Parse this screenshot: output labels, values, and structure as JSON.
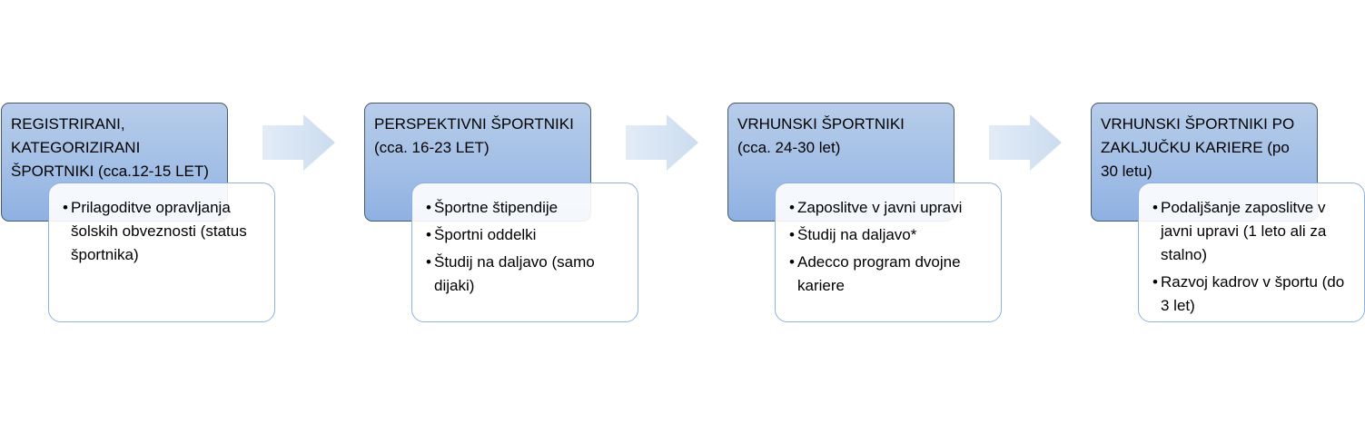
{
  "phases": [
    {
      "header": [
        "REGISTRIRANI,",
        "KATEGORIZIRANI",
        "ŠPORTNIKI (cca.12-15 LET)"
      ],
      "items": [
        "Prilagoditve opravljanja šolskih obveznosti (status športnika)"
      ]
    },
    {
      "header": [
        "PERSPEKTIVNI ŠPORTNIKI",
        "(cca. 16-23 LET)"
      ],
      "items": [
        "Športne štipendije",
        "Športni oddelki",
        "Študij na daljavo (samo dijaki)"
      ]
    },
    {
      "header": [
        "VRHUNSKI ŠPORTNIKI",
        "(cca. 24-30 let)"
      ],
      "items": [
        "Zaposlitve v javni upravi",
        "Študij na daljavo*",
        "Adecco program dvojne kariere"
      ]
    },
    {
      "header": [
        "VRHUNSKI ŠPORTNIKI PO",
        "ZAKLJUČKU KARIERE (po",
        "30 letu)"
      ],
      "items": [
        "Podaljšanje zaposlitve v javni upravi (1 leto ali za stalno)",
        "Razvoj kadrov v športu (do 3 let)"
      ]
    }
  ],
  "colors": {
    "header_fill": "#a4c0e6",
    "header_border": "#4a5a73",
    "detail_border": "#8fb1e2",
    "arrow_fill": "#d6e3f3"
  }
}
